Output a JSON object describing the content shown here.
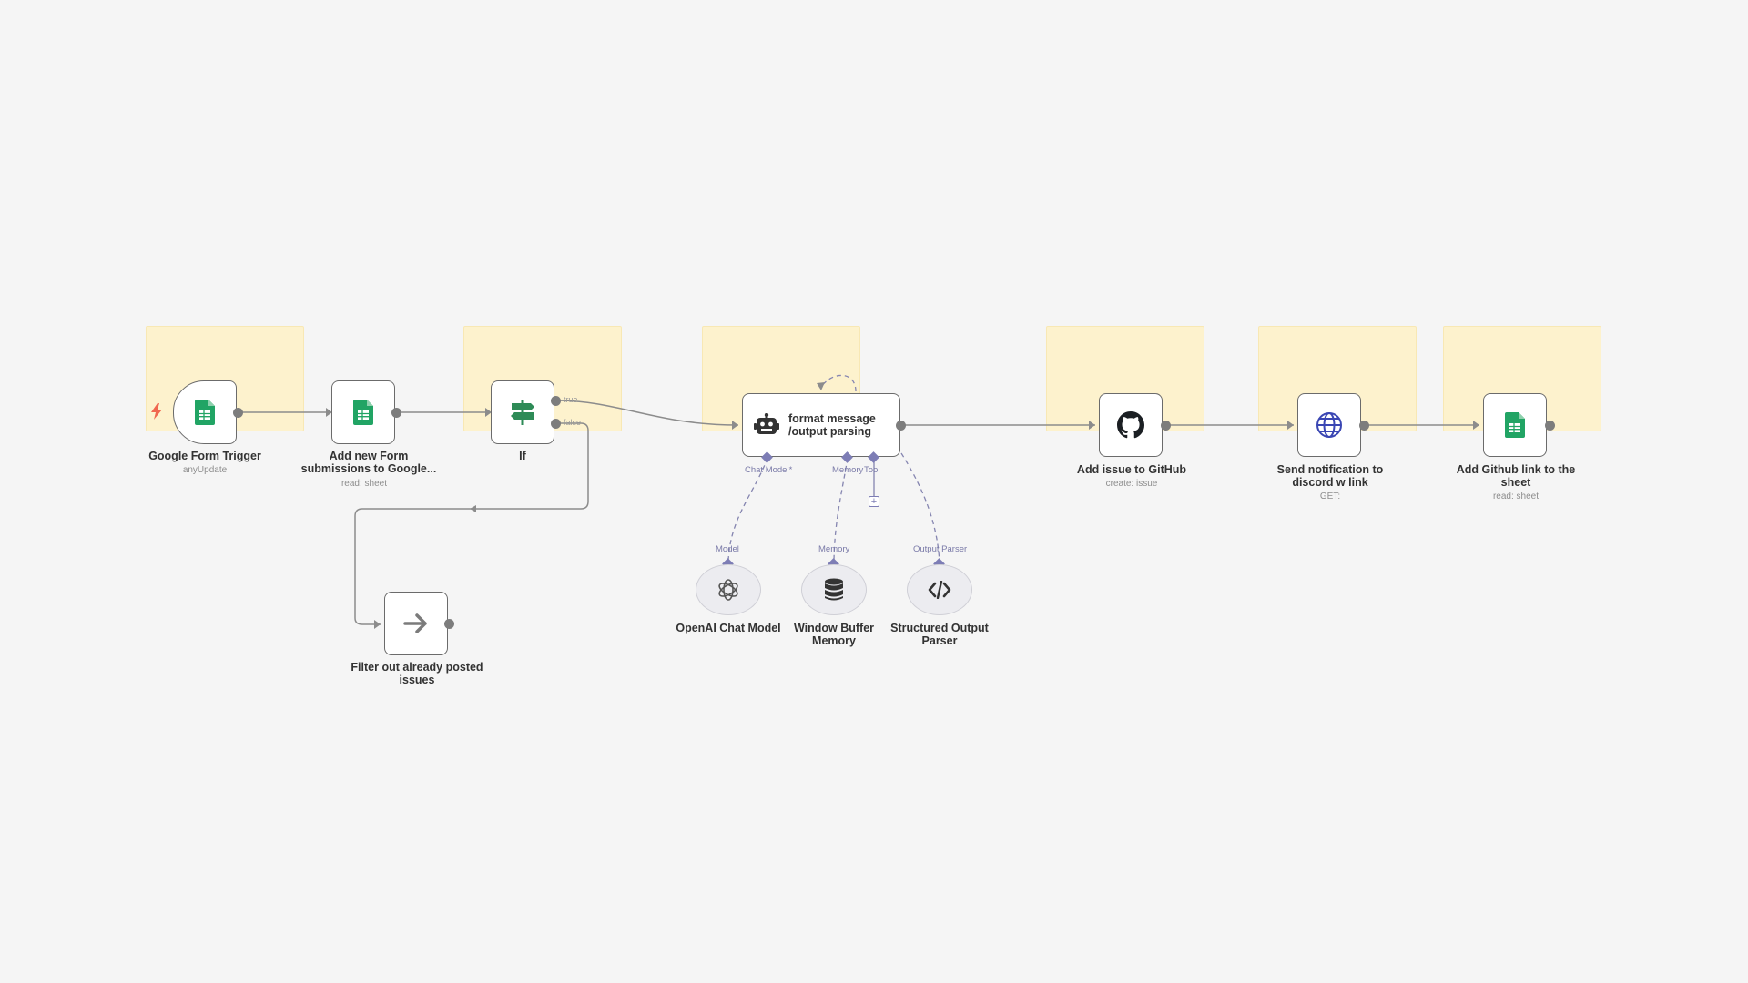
{
  "workflow": {
    "nodes": [
      {
        "id": "trigger",
        "label": "Google Form Trigger",
        "meta": "anyUpdate",
        "icon": "google-sheets-icon"
      },
      {
        "id": "add-form",
        "label": "Add new Form\nsubmissions to Google...",
        "meta": "read: sheet",
        "icon": "google-sheets-icon"
      },
      {
        "id": "if",
        "label": "If",
        "meta": "",
        "icon": "signpost-icon"
      },
      {
        "id": "filter",
        "label": "Filter out already posted\nissues",
        "meta": "",
        "icon": "arrow-right-icon"
      },
      {
        "id": "agent",
        "label": "format message\n/output parsing",
        "meta": "",
        "icon": "robot-icon"
      },
      {
        "id": "github",
        "label": "Add issue to GitHub",
        "meta": "create: issue",
        "icon": "github-icon"
      },
      {
        "id": "discord",
        "label": "Send notification to\ndiscord w link",
        "meta": "GET:",
        "icon": "globe-icon"
      },
      {
        "id": "sheet-link",
        "label": "Add Github link to the\nsheet",
        "meta": "read: sheet",
        "icon": "google-sheets-icon"
      }
    ],
    "sub_nodes": [
      {
        "id": "openai",
        "label": "OpenAI Chat Model",
        "port": "Model",
        "icon": "openai-icon"
      },
      {
        "id": "memory",
        "label": "Window Buffer\nMemory",
        "port": "Memory",
        "icon": "database-icon"
      },
      {
        "id": "parser",
        "label": "Structured Output\nParser",
        "port": "Output Parser",
        "icon": "code-icon"
      }
    ],
    "agent_ports": {
      "chat_model": "Chat Model*",
      "memory": "Memory",
      "tool": "Tool"
    },
    "branches": {
      "true": "true",
      "false": "false"
    }
  },
  "colors": {
    "canvas": "#f5f5f5",
    "sticky": "#fdf2cd",
    "sheets_green": "#21a464",
    "if_green": "#2e8b57",
    "connection": "#8c8c8c",
    "sub_connection": "#8585b0",
    "trigger_bolt": "#f0674f",
    "globe_blue": "#3a46b3"
  }
}
